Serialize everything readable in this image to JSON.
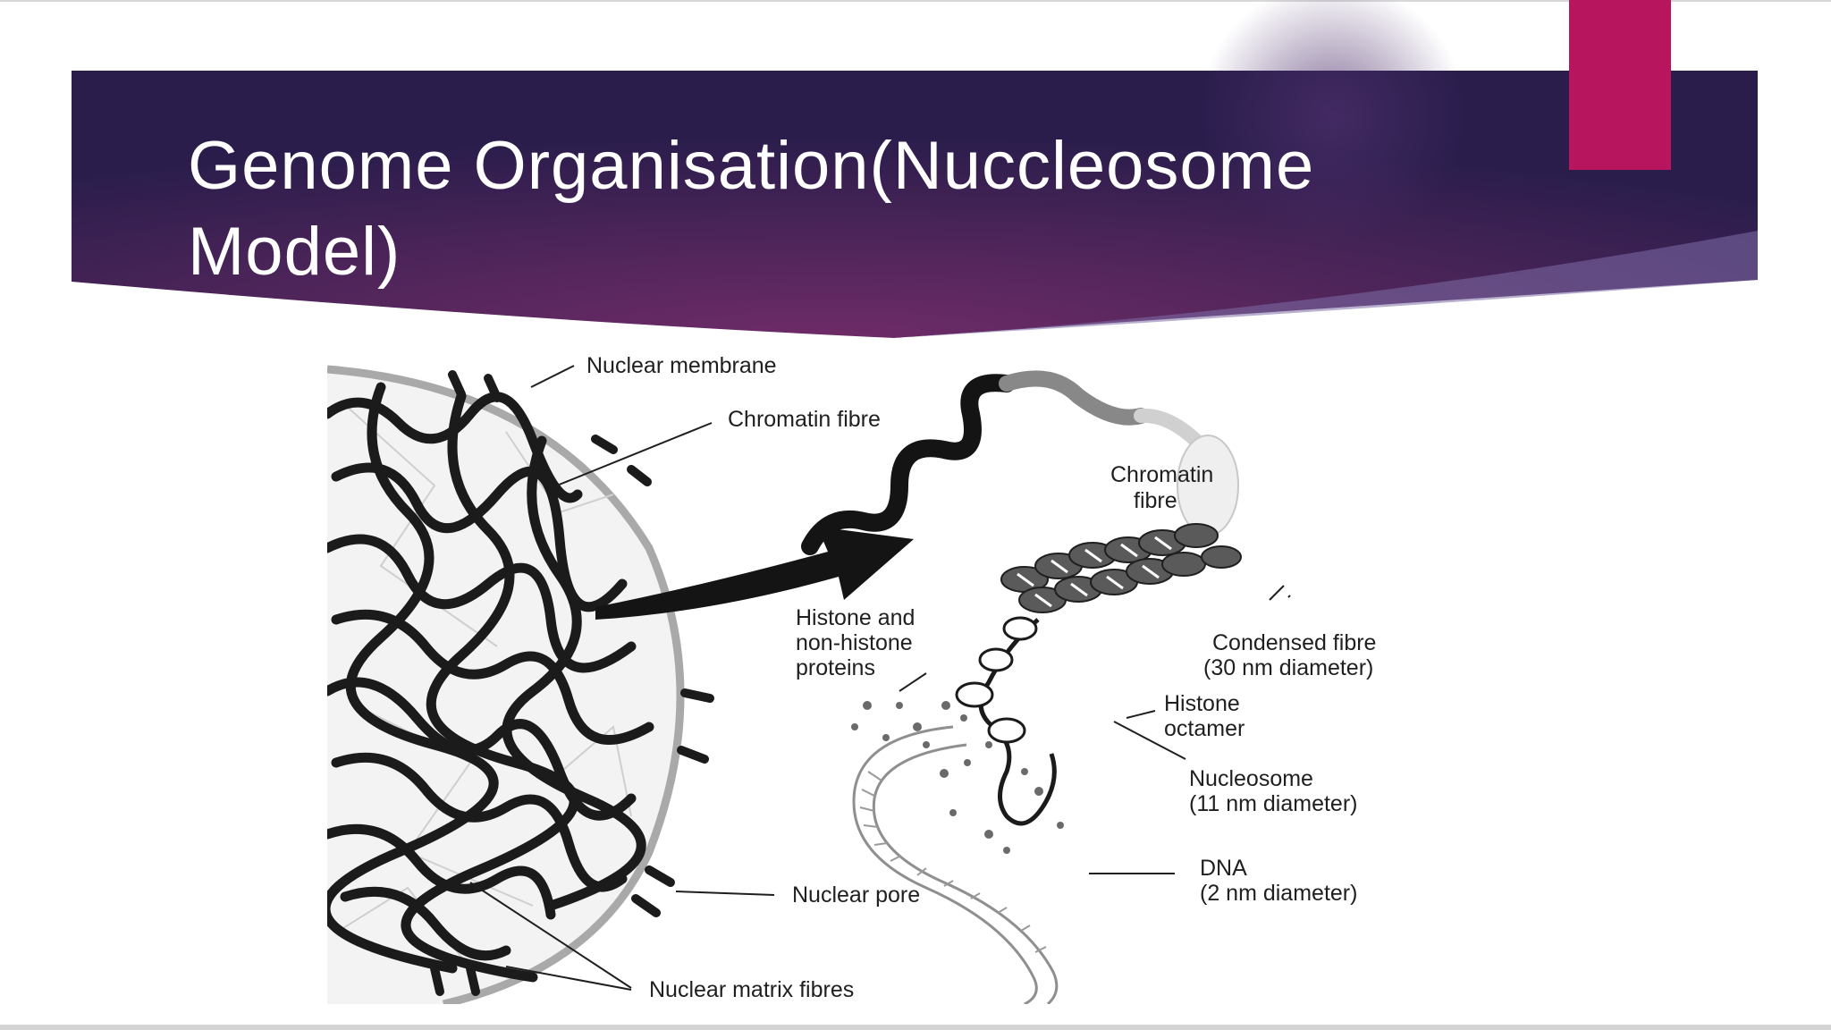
{
  "slide": {
    "title": "Genome Organisation(Nuccleosome Model)",
    "colors": {
      "band_dark": "#2c1f4f",
      "band_mid": "#6b2c66",
      "accent": "#b8155f",
      "title_text": "#ffffff"
    }
  },
  "diagram": {
    "labels": {
      "nuclear_membrane": "Nuclear membrane",
      "chromatin_fibre_left": "Chromatin fibre",
      "chromatin_fibre_right_1": "Chromatin",
      "chromatin_fibre_right_2": "fibre",
      "histone_proteins_1": "Histone and",
      "histone_proteins_2": "non-histone",
      "histone_proteins_3": "proteins",
      "condensed_fibre_1": "Condensed fibre",
      "condensed_fibre_2": "(30 nm diameter)",
      "histone_octamer_1": "Histone",
      "histone_octamer_2": "octamer",
      "nucleosome_1": "Nucleosome",
      "nucleosome_2": "(11 nm diameter)",
      "dna_1": "DNA",
      "dna_2": "(2 nm diameter)",
      "nuclear_pore": "Nuclear pore",
      "nuclear_matrix": "Nuclear matrix fibres"
    }
  }
}
